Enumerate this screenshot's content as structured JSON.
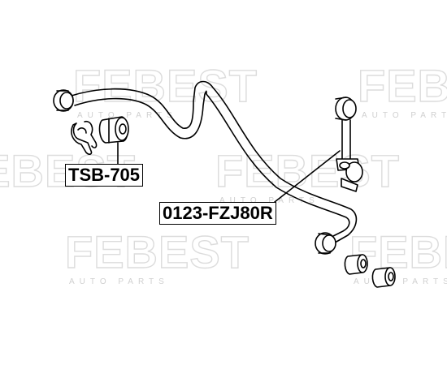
{
  "watermark": {
    "brand": "FEBEST",
    "tagline": "AUTO PARTS",
    "color": "#dcdcdc"
  },
  "labels": {
    "bushing_part_number": "TSB-705",
    "stabilizer_link_part_number": "0123-FZJ80R"
  },
  "colors": {
    "line": "#000000",
    "background": "#ffffff"
  }
}
